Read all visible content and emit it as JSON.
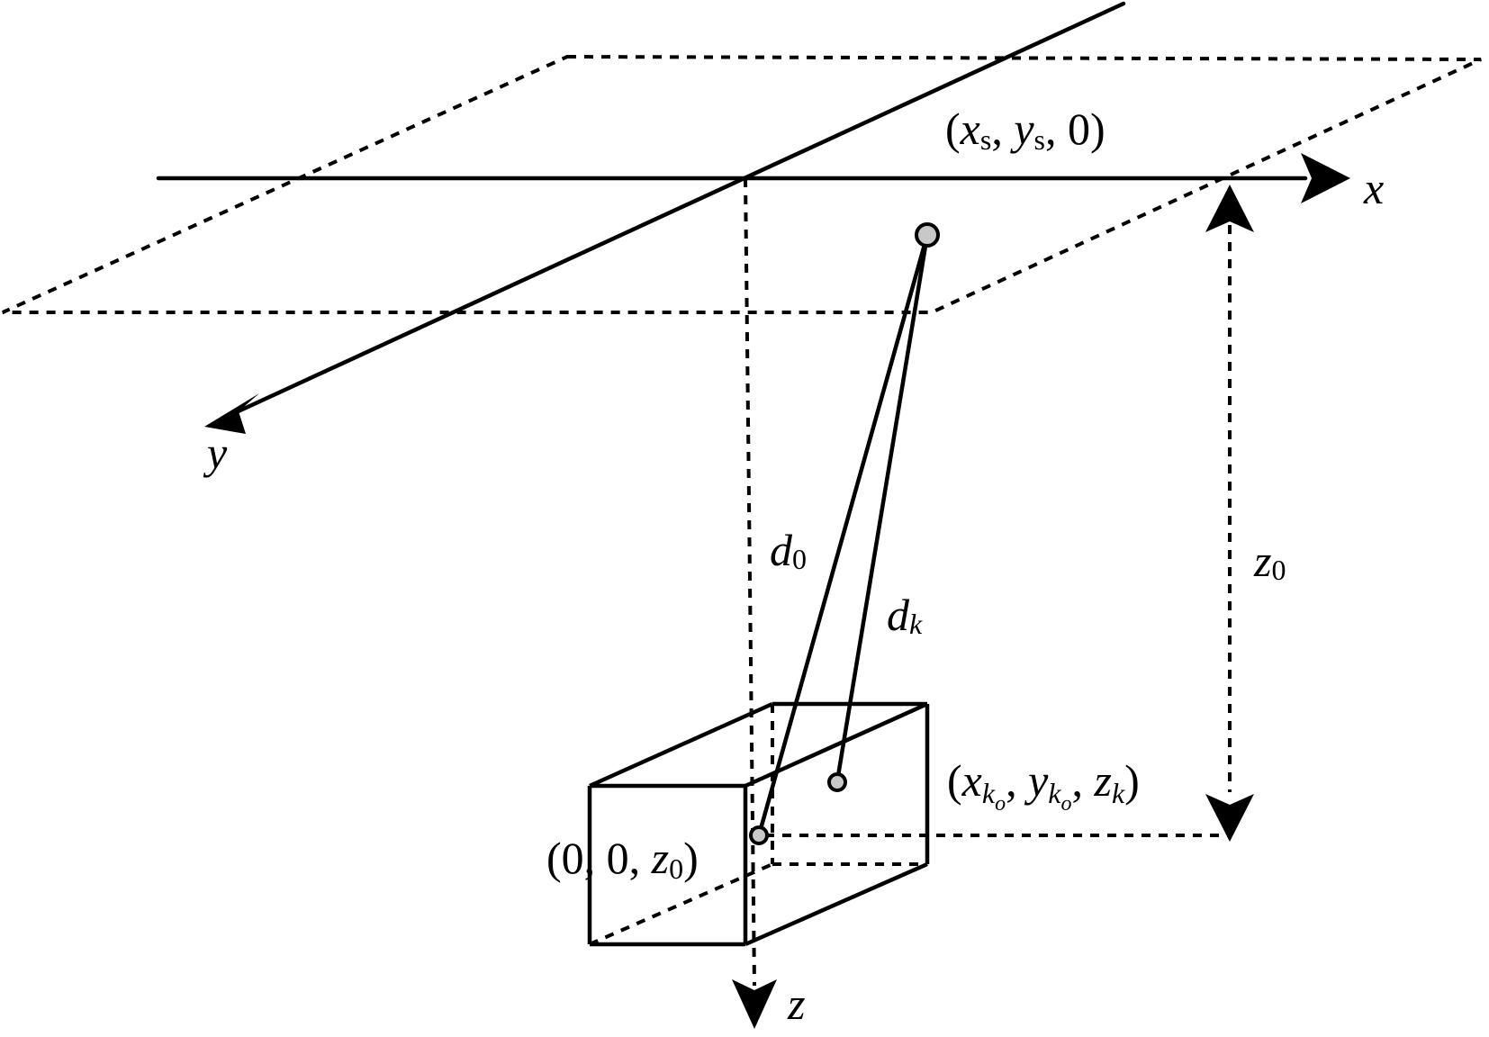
{
  "axes": {
    "x": "x",
    "y": "y",
    "z": "z"
  },
  "labels": {
    "source_point": {
      "open": "(",
      "x": "x",
      "x_sub": "s",
      "sep1": ", ",
      "y": "y",
      "y_sub": "s",
      "rest": ", 0)"
    },
    "origin_point": {
      "open": "(0, 0, ",
      "z": "z",
      "z_sub": "0",
      "close": ")"
    },
    "target_point": {
      "open": "(",
      "x": "x",
      "x_sub": "k",
      "x_subsub": "o",
      "sep1": ", ",
      "y": "y",
      "y_sub": "k",
      "y_subsub": "o",
      "sep2": ", ",
      "z": "z",
      "z_sub": "k",
      "close": ")"
    },
    "d0": {
      "main": "d",
      "sub": "0"
    },
    "dk": {
      "main": "d",
      "sub": "k"
    },
    "z0": {
      "main": "z",
      "sub": "0"
    }
  },
  "colors": {
    "ink": "#000000",
    "point_fill": "#c8c8c8"
  }
}
